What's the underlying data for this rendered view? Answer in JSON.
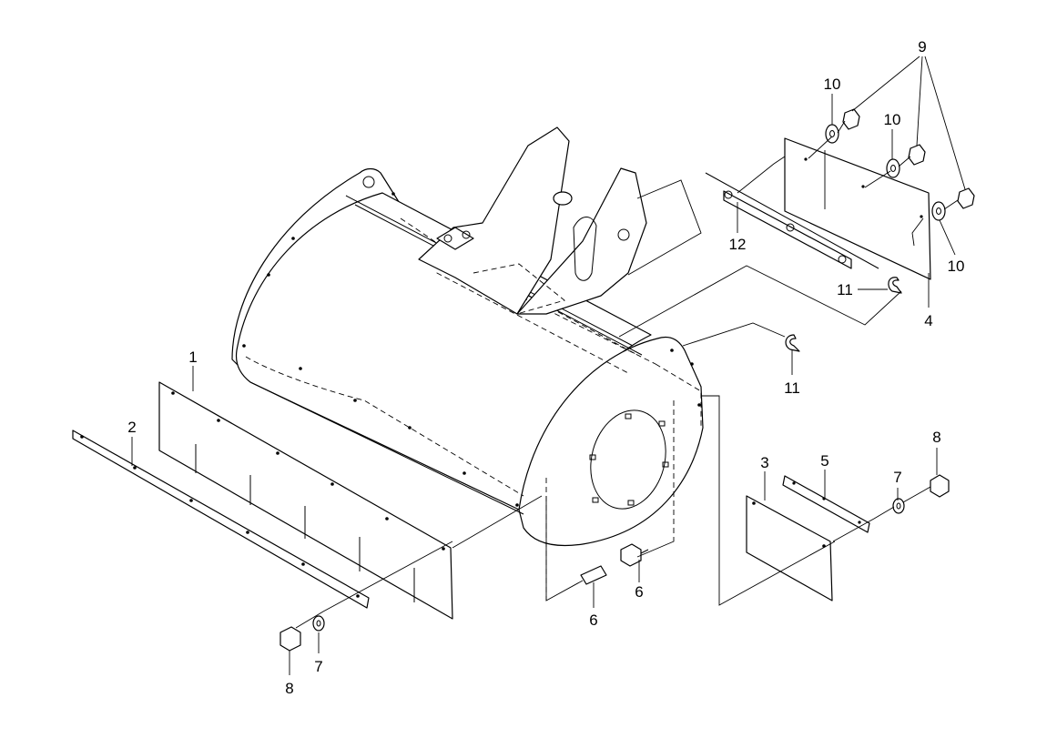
{
  "callouts": {
    "c1": "1",
    "c2": "2",
    "c3": "3",
    "c4": "4",
    "c5": "5",
    "c6a": "6",
    "c6b": "6",
    "c7a": "7",
    "c7b": "7",
    "c8a": "8",
    "c8b": "8",
    "c9": "9",
    "c10a": "10",
    "c10b": "10",
    "c10c": "10",
    "c11a": "11",
    "c11b": "11",
    "c12": "12"
  }
}
